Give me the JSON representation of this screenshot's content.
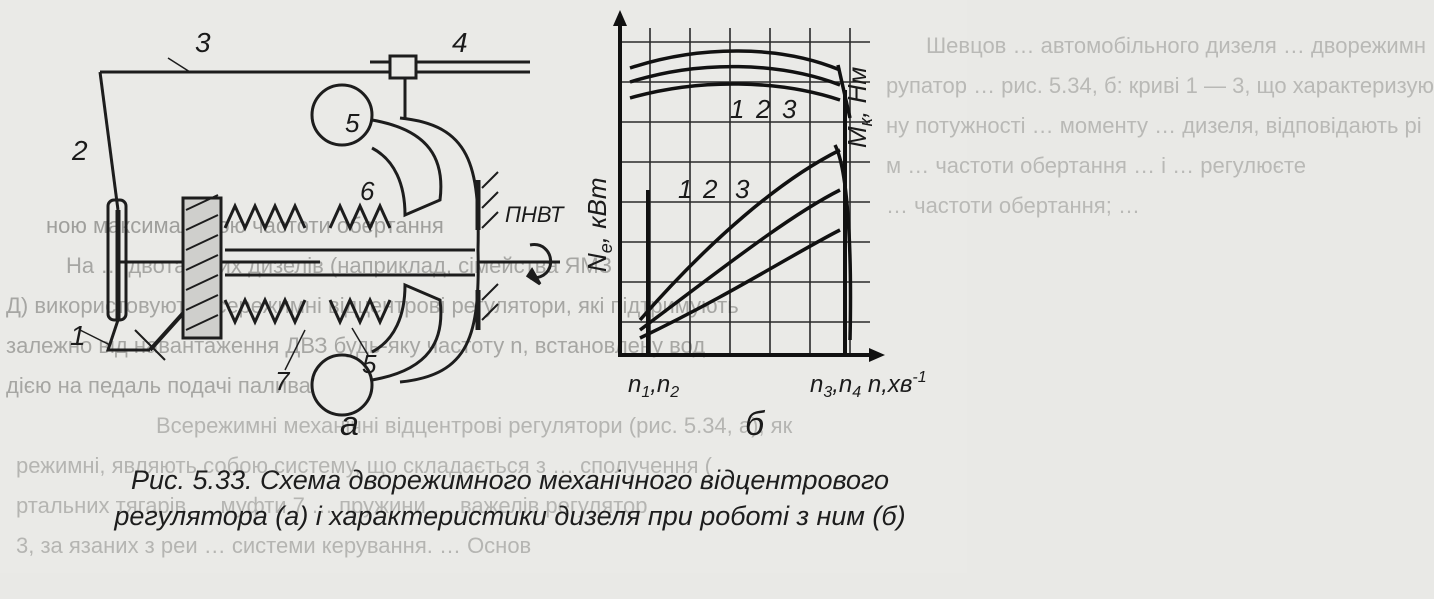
{
  "background_text": [
    "Шевцов … автомобільного дизеля … дворежимн",
    "рупатор … рис. 5.34, б: криві 1 — 3, що характеризую",
    "ну потужності … моменту … дизеля, відповідають рі",
    "м … частоти обертання … і … регулюєте",
    "… частоти обертання; … ",
    "ною максимальною частоти обертання",
    "На … двотактних дизелів (наприклад, сімейства ЯМЗ",
    "Д) використовують всережимні відцентрові регулятори, які підтримують",
    "залежно від навантаження ДВЗ будь-яку частоту n, встановлену вод",
    "дією на педаль подачі палива",
    "Всережимні механічні відцентрові регулятори (рис. 5.34, а), як",
    "режимні, являють собою систему, що складається з … сполучення (",
    "ртальних тягарів … муфти 7 … пружини … важелів регулятор",
    "3, за язаних з реи … системи керування. … Основ"
  ],
  "caption": {
    "line1": "Рис. 5.33. Схема дворежимного механічного відцентрового",
    "line2": "регулятора (а) і характеристики дизеля при роботі з ним (б)"
  },
  "diagram_a": {
    "labels": {
      "l1": "1",
      "l2": "2",
      "l3": "3",
      "l4": "4",
      "l5a": "5",
      "l6": "6",
      "l7": "7",
      "l5b": "5",
      "pnvt": "ПНВТ",
      "sub": "а"
    }
  },
  "chart_b": {
    "labels": {
      "y_mk": "M",
      "y_mk_sub": "к",
      "y_mk_unit": ", Нм",
      "y_ne": "N",
      "y_ne_sub": "е",
      "y_ne_unit": ", кВт",
      "x_left": "n",
      "x_left_sub1": "1",
      "x_left_mid": ",n",
      "x_left_sub2": "2",
      "x_right": "n",
      "x_right_sub1": "3",
      "x_right_mid": ",n",
      "x_right_sub2": "4",
      "x_right_end": " n,хв",
      "x_right_exp": "-1",
      "upper_c1": "1",
      "upper_c2": "2",
      "upper_c3": "3",
      "lower_c1": "1",
      "lower_c2": "2",
      "lower_c3": "3",
      "sub": "б"
    }
  }
}
